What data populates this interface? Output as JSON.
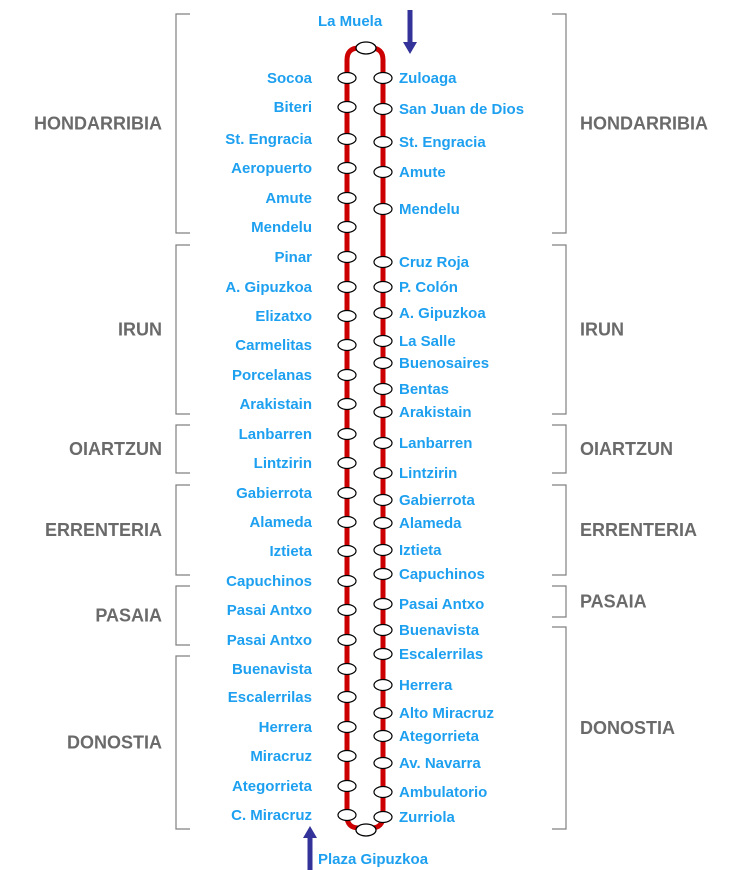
{
  "colors": {
    "route_line": "#cc0000",
    "stop_text": "#1ea0f0",
    "district_text": "#6a6a6a",
    "bracket": "#808080",
    "direction_arrow": "#333399",
    "stop_fill": "#ffffff",
    "stop_stroke": "#000000"
  },
  "terminals": {
    "top": {
      "name": "La Muela",
      "arrow": "down"
    },
    "bottom": {
      "name": "Plaza Gipuzkoa",
      "arrow": "up"
    }
  },
  "left_stops": [
    "Socoa",
    "Biteri",
    "St. Engracia",
    "Aeropuerto",
    "Amute",
    "Mendelu",
    "Pinar",
    "A. Gipuzkoa",
    "Elizatxo",
    "Carmelitas",
    "Porcelanas",
    "Arakistain",
    "Lanbarren",
    "Lintzirin",
    "Gabierrota",
    "Alameda",
    "Iztieta",
    "Capuchinos",
    "Pasai Antxo",
    "Pasai Antxo",
    "Buenavista",
    "Escalerrilas",
    "Herrera",
    "Miracruz",
    "Ategorrieta",
    "C. Miracruz"
  ],
  "right_stops": [
    "Zuloaga",
    "San Juan de Dios",
    "St. Engracia",
    "Amute",
    "Mendelu",
    "Cruz Roja",
    "P. Colón",
    "A. Gipuzkoa",
    "La Salle",
    "Buenosaires",
    "Bentas",
    "Arakistain",
    "Lanbarren",
    "Lintzirin",
    "Gabierrota",
    "Alameda",
    "Iztieta",
    "Capuchinos",
    "Pasai Antxo",
    "Buenavista",
    "Escalerrilas",
    "Herrera",
    "Alto Miracruz",
    "Ategorrieta",
    "Av. Navarra",
    "Ambulatorio",
    "Zurriola"
  ],
  "left_districts": [
    "HONDARRIBIA",
    "IRUN",
    "OIARTZUN",
    "ERRENTERIA",
    "PASAIA",
    "DONOSTIA"
  ],
  "right_districts": [
    "HONDARRIBIA",
    "IRUN",
    "OIARTZUN",
    "ERRENTERIA",
    "PASAIA",
    "DONOSTIA"
  ]
}
